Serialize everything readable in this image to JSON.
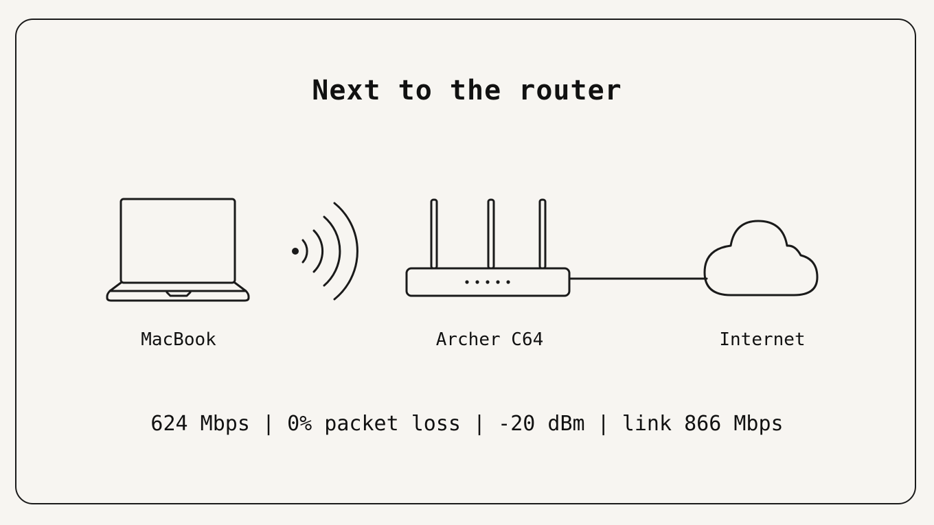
{
  "title": "Next to the router",
  "nodes": {
    "laptop": {
      "label": "MacBook",
      "icon": "laptop-icon"
    },
    "wifi": {
      "icon": "wifi-signal-icon"
    },
    "router": {
      "label": "Archer C64",
      "icon": "router-icon"
    },
    "cloud": {
      "label": "Internet",
      "icon": "cloud-icon"
    }
  },
  "stats": {
    "throughput": "624 Mbps",
    "packet_loss": "0% packet loss",
    "signal": "-20 dBm",
    "link": "link 866 Mbps",
    "separator": " | "
  },
  "colors": {
    "background": "#f7f5f1",
    "stroke": "#1a1a1a"
  }
}
